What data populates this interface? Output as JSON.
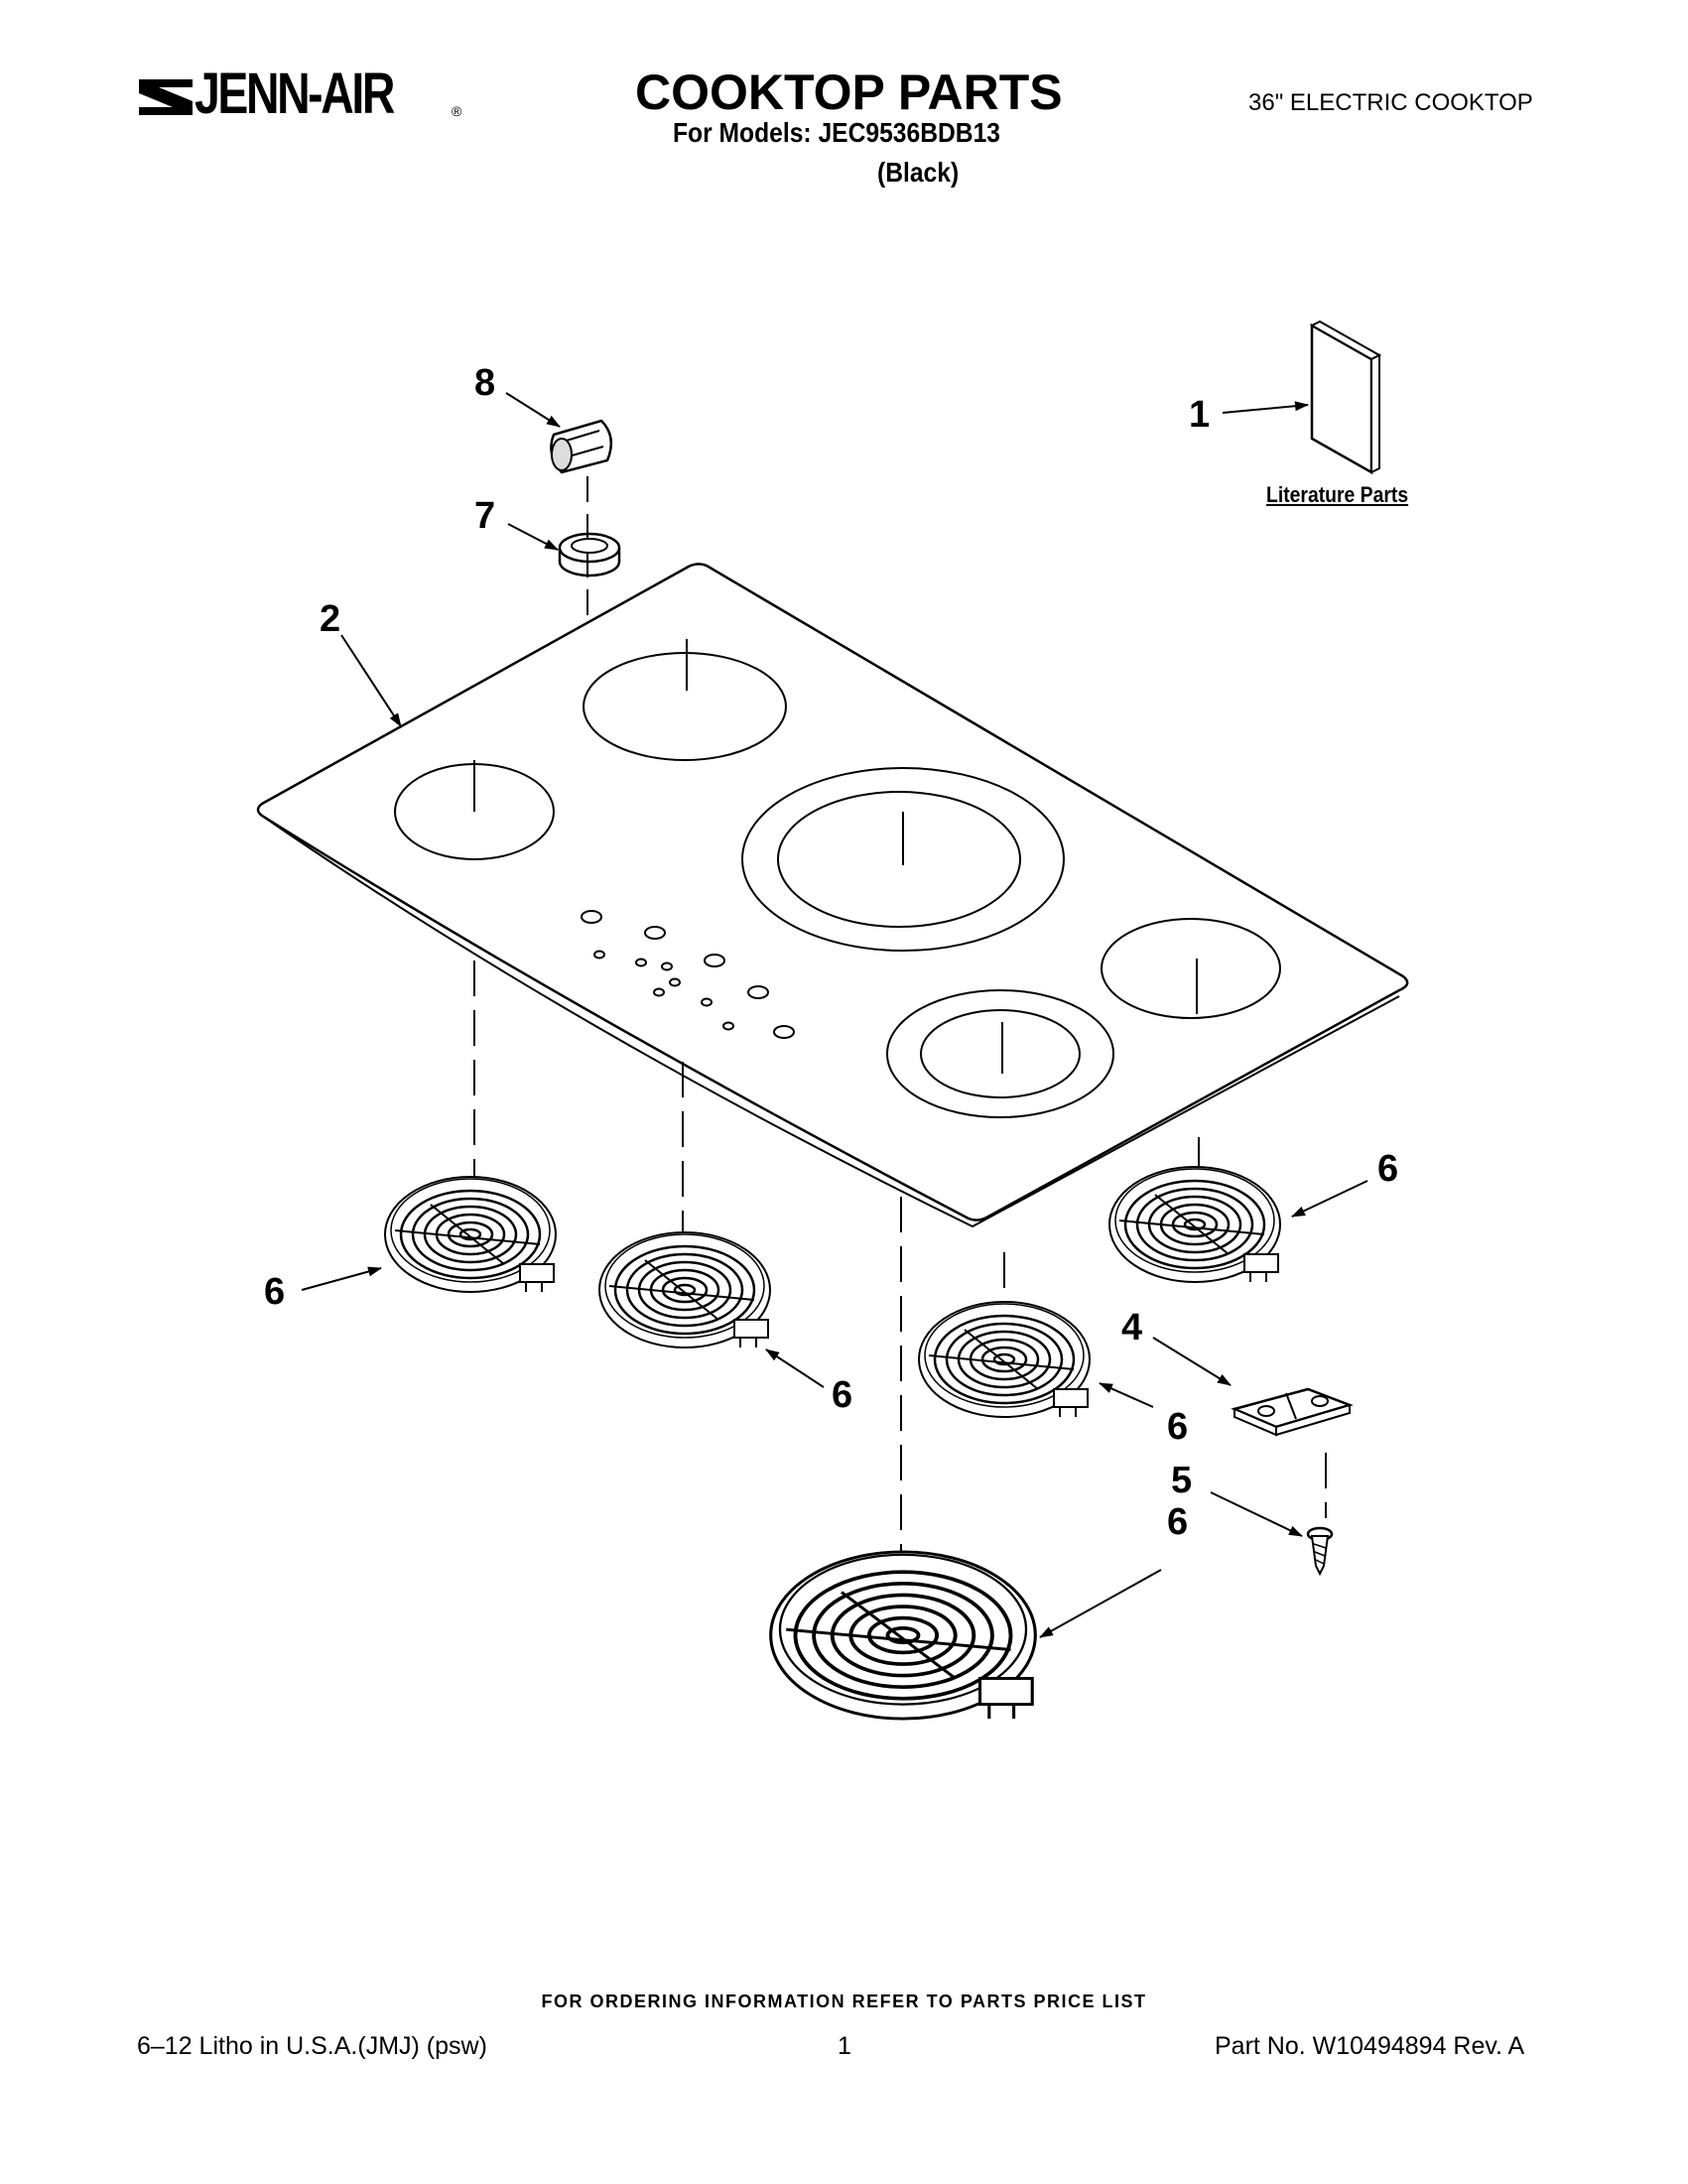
{
  "header": {
    "brand": "JENN-AIR",
    "brand_reg": "®",
    "title": "COOKTOP PARTS",
    "subtitle": "For Models: JEC9536BDB13",
    "color_note": "(Black)",
    "model_type": "36\" ELECTRIC COOKTOP"
  },
  "diagram": {
    "literature_label": "Literature Parts",
    "callouts": {
      "c1": "1",
      "c2": "2",
      "c4": "4",
      "c5": "5",
      "c6a": "6",
      "c6b": "6",
      "c6c": "6",
      "c6d": "6",
      "c6e": "6",
      "c7": "7",
      "c8": "8"
    }
  },
  "footer": {
    "ordering_note": "FOR ORDERING INFORMATION REFER TO PARTS PRICE LIST",
    "litho": "6–12  Litho in U.S.A.(JMJ) (psw)",
    "page": "1",
    "part_no": "Part No. W10494894 Rev. A"
  }
}
